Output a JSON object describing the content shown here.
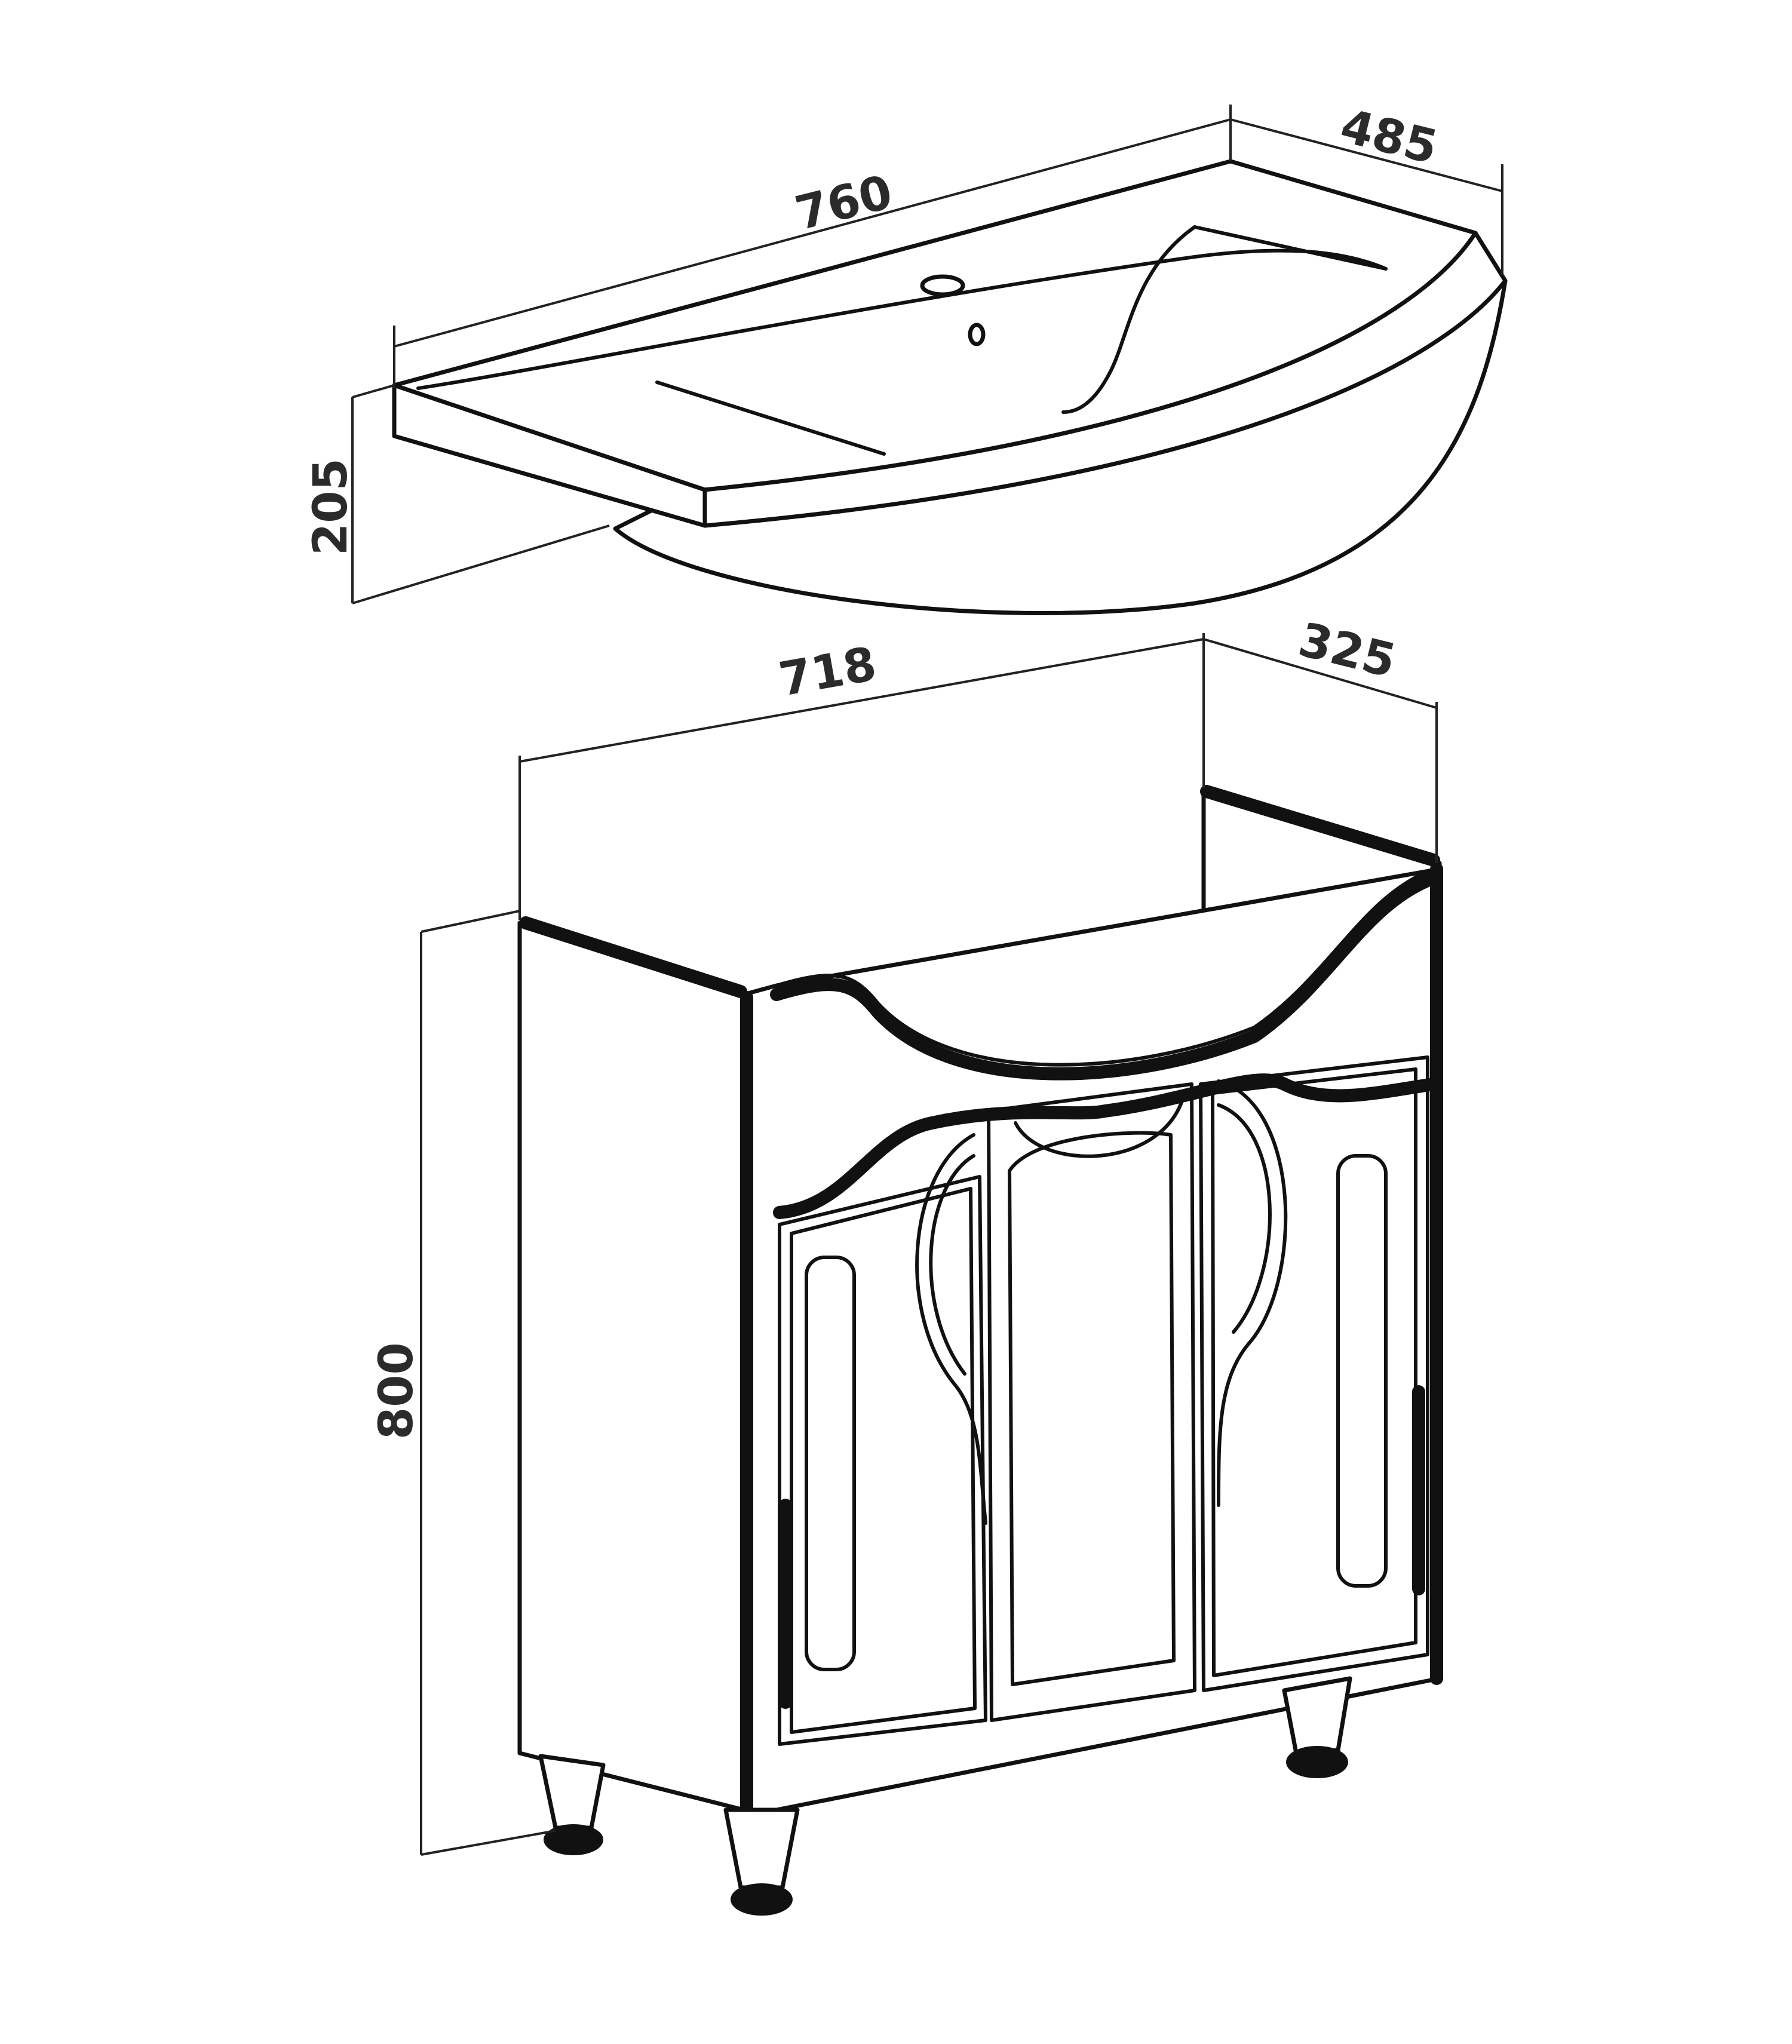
{
  "dimensions": {
    "basin_length": "760",
    "basin_depth": "485",
    "basin_height": "205",
    "cabinet_width": "718",
    "cabinet_depth": "325",
    "cabinet_height": "800"
  }
}
